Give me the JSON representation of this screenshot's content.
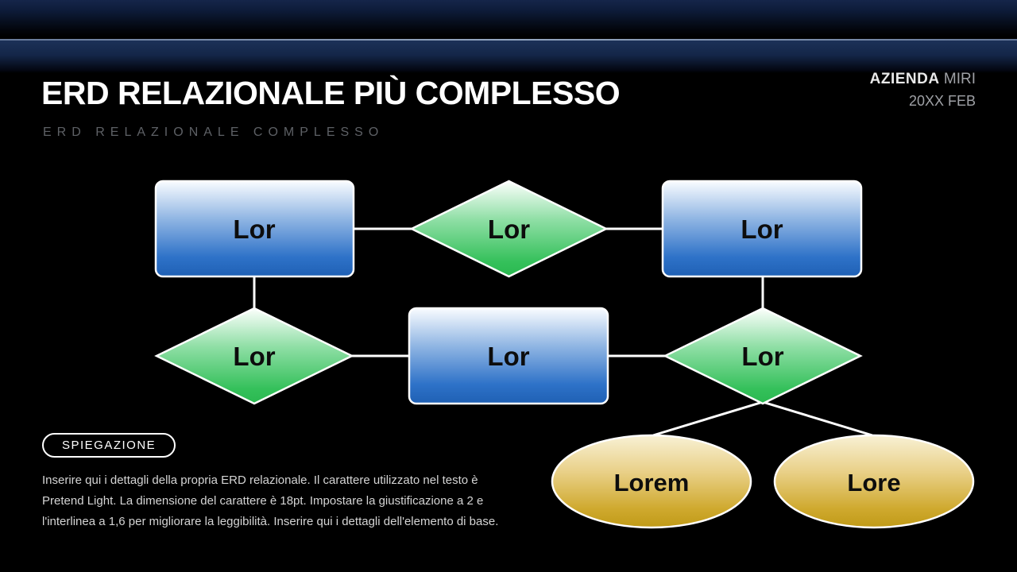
{
  "header": {
    "title": "ERD RELAZIONALE PIÙ COMPLESSO",
    "subtitle": "ERD RELAZIONALE COMPLESSO",
    "company_bold": "AZIENDA",
    "company_light": "MIRI",
    "date": "20XX FEB"
  },
  "explanation": {
    "badge_label": "SPIEGAZIONE",
    "body": "Inserire qui i dettagli della propria ERD relazionale. Il carattere utilizzato nel testo è Pretend Light. La dimensione del carattere è 18pt. Impostare la giustificazione a 2 e l'interlinea a 1,6 per migliorare la leggibilità. Inserire qui i dettagli dell'elemento di base."
  },
  "colors": {
    "background": "#000000",
    "top_bar_navy": "#15254a",
    "divider": "#94a6c0",
    "entity_blue_top": "#f9fcff",
    "entity_blue_bottom": "#1f60b4",
    "relationship_green_top": "#fcfffc",
    "relationship_green_bottom": "#2ab850",
    "attribute_gold_top": "#f8f1d5",
    "attribute_gold_bottom": "#c09a17",
    "connector": "#ffffff",
    "node_text": "#0d0d0d"
  },
  "diagram": {
    "nodes": [
      {
        "id": "entity-top-left",
        "type": "entity",
        "label": "Lor"
      },
      {
        "id": "relationship-top",
        "type": "relationship",
        "label": "Lor"
      },
      {
        "id": "entity-top-right",
        "type": "entity",
        "label": "Lor"
      },
      {
        "id": "relationship-mid-left",
        "type": "relationship",
        "label": "Lor"
      },
      {
        "id": "entity-mid",
        "type": "entity",
        "label": "Lor"
      },
      {
        "id": "relationship-mid-right",
        "type": "relationship",
        "label": "Lor"
      },
      {
        "id": "attribute-left",
        "type": "attribute",
        "label": "Lorem"
      },
      {
        "id": "attribute-right",
        "type": "attribute",
        "label": "Lore"
      }
    ],
    "edges": [
      {
        "from": "entity-top-left",
        "to": "relationship-top"
      },
      {
        "from": "relationship-top",
        "to": "entity-top-right"
      },
      {
        "from": "entity-top-left",
        "to": "relationship-mid-left"
      },
      {
        "from": "entity-top-right",
        "to": "relationship-mid-right"
      },
      {
        "from": "relationship-mid-left",
        "to": "entity-mid"
      },
      {
        "from": "entity-mid",
        "to": "relationship-mid-right"
      },
      {
        "from": "relationship-mid-right",
        "to": "attribute-left"
      },
      {
        "from": "relationship-mid-right",
        "to": "attribute-right"
      }
    ]
  }
}
